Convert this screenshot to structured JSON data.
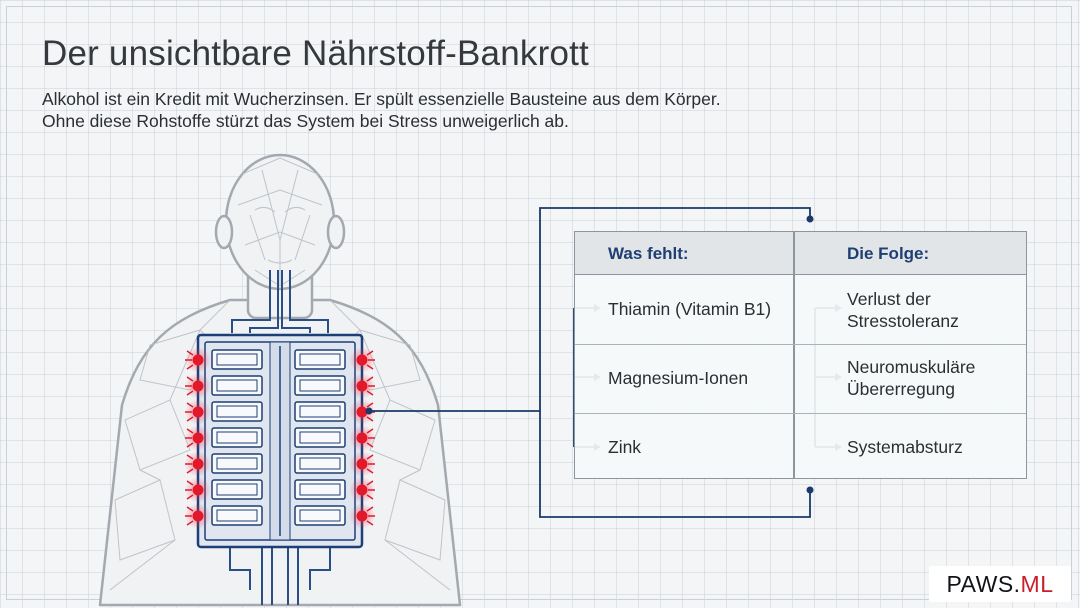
{
  "title": "Der unsichtbare Nährstoff-Bankrott",
  "subtitle": {
    "line1": "Alkohol ist ein Kredit mit Wucherzinsen. Er spült essenzielle Bausteine aus dem Körper.",
    "line2": "Ohne diese Rohstoffe stürzt das System bei Stress unweigerlich ab."
  },
  "table": {
    "col1_header": "Was fehlt:",
    "col2_header": "Die Folge:",
    "rows": [
      {
        "missing": "Thiamin (Vitamin B1)",
        "consequence_line1": "Verlust der",
        "consequence_line2": "Stresstoleranz"
      },
      {
        "missing": "Magnesium-Ionen",
        "consequence_line1": "Neuromuskuläre",
        "consequence_line2": "Übererregung"
      },
      {
        "missing": "Zink",
        "consequence_line1": "Systemabsturz",
        "consequence_line2": ""
      }
    ]
  },
  "logo": {
    "part1": "PAWS.",
    "part2": "ML"
  },
  "colors": {
    "accent": "#1f3f73",
    "connector": "#1a3a6a",
    "warning": "#e3192b",
    "body_outline": "#a3a9ae"
  }
}
